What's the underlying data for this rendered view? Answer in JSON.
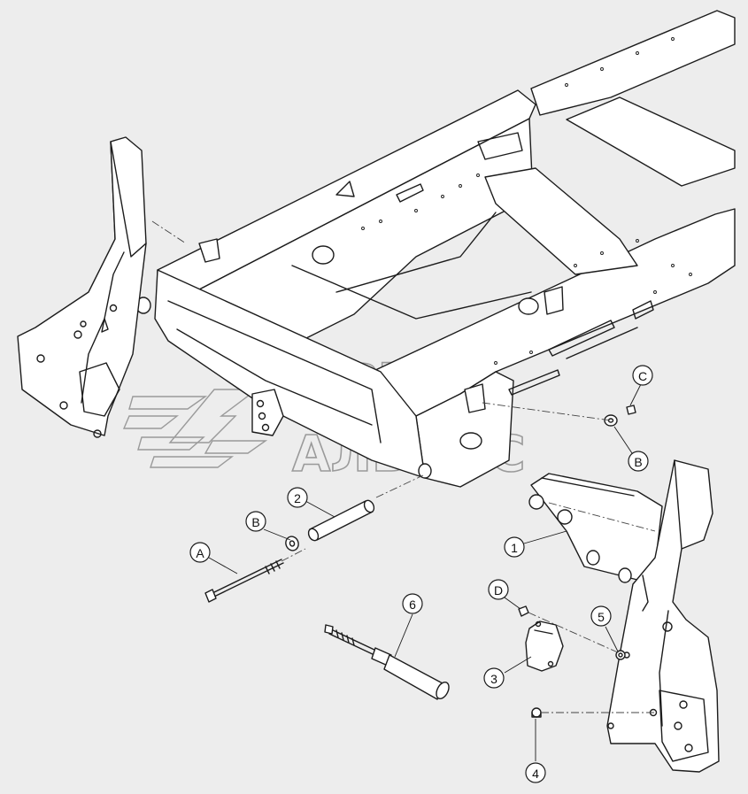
{
  "watermark": {
    "line1": "АВТО",
    "line2": "АЛЬЯНС"
  },
  "callouts": [
    {
      "id": "c1",
      "label": "1"
    },
    {
      "id": "c2",
      "label": "2"
    },
    {
      "id": "c3",
      "label": "3"
    },
    {
      "id": "c4",
      "label": "4"
    },
    {
      "id": "c5",
      "label": "5"
    },
    {
      "id": "c6",
      "label": "6"
    },
    {
      "id": "cA",
      "label": "A"
    },
    {
      "id": "cB1",
      "label": "B"
    },
    {
      "id": "cB2",
      "label": "B"
    },
    {
      "id": "cC",
      "label": "C"
    },
    {
      "id": "cD",
      "label": "D"
    }
  ]
}
